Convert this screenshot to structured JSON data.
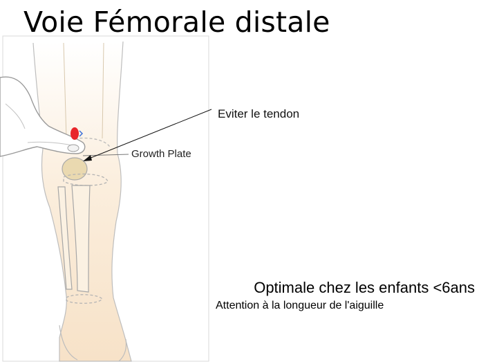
{
  "slide": {
    "title": "Voie Fémorale distale"
  },
  "diagram": {
    "labels": {
      "tendon_warning": "Eviter le tendon",
      "growth_plate": "Growth Plate"
    },
    "notes": {
      "main": "Optimale chez les enfants <6ans",
      "sub": "Attention à la longueur de l'aiguille"
    },
    "colors": {
      "skin": "#f7e2c8",
      "bone_fill": "#ead9b0",
      "outline": "#b3b3b3",
      "insertion_point": "#e8262b",
      "marker_blue": "#3b6fd9",
      "frame": "#d9d9d9"
    },
    "icons": {
      "insertion_point": "red-dot-icon",
      "pointer": "hand-pointer-icon"
    }
  }
}
